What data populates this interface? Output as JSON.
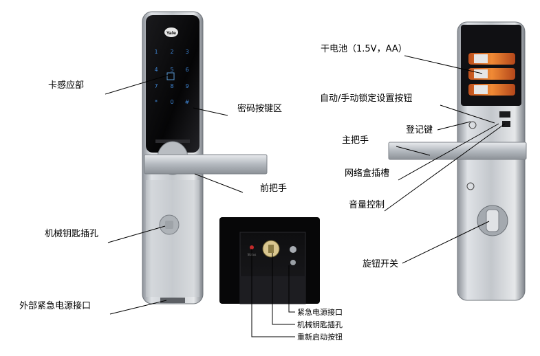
{
  "brand": "Yale",
  "keypad": [
    "1",
    "2",
    "3",
    "4",
    "5",
    "6",
    "7",
    "8",
    "9",
    "*",
    "0",
    "#"
  ],
  "front_labels": {
    "card_reader": "卡感应部",
    "password_keys": "密码按键区",
    "front_handle": "前把手",
    "key_hole": "机械钥匙插孔",
    "emergency_port": "外部紧急电源接口"
  },
  "back_labels": {
    "battery": "干电池（1.5V，AA）",
    "auto_manual": "自动/手动锁定设置按钮",
    "register_key": "登记键",
    "main_handle": "主把手",
    "network_slot": "网络盒插槽",
    "volume": "音量控制",
    "knob": "旋钮开关"
  },
  "detail_labels": {
    "emergency_port": "紧急电源接口",
    "key_hole": "机械钥匙插孔",
    "restart": "重新启动按钮"
  }
}
